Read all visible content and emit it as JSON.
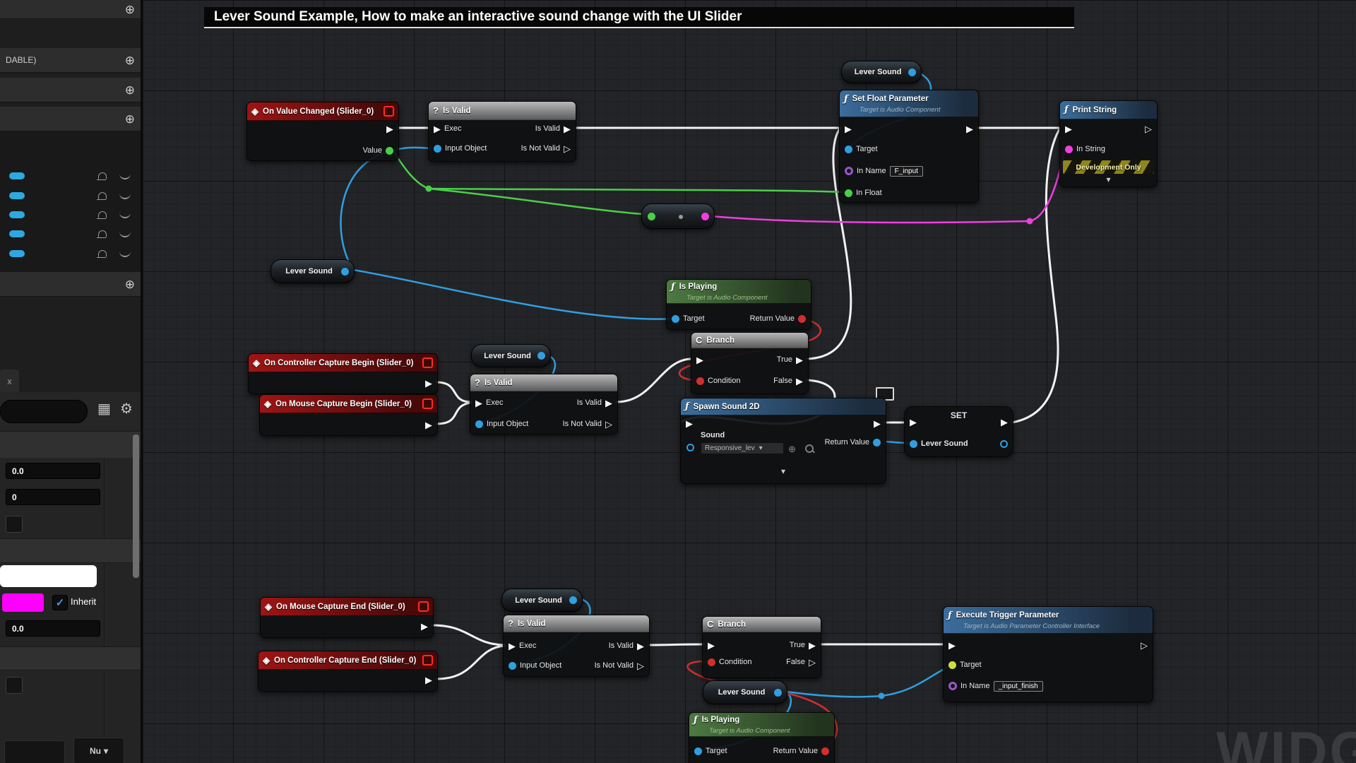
{
  "window": {
    "graph_title": "Lever Sound Example, How to make an interactive sound change with the UI Slider",
    "watermark": "WIDG"
  },
  "icons": {
    "event": "◈",
    "function": "ƒ",
    "branch": "Ϲ",
    "question": "?",
    "exec_filled": "▶",
    "exec_hollow": "▷",
    "chevron_down": "▾",
    "dropdown_caret": "▾",
    "plus_circle": "⊕",
    "close_tab": "x",
    "check": "✓",
    "gear": "⚙",
    "grid": "▦"
  },
  "sidebar": {
    "truncated_section_label": "DABLE)",
    "variables_count": 5,
    "details": {
      "float_value_top": "0.0",
      "int_value": "0",
      "float_value_bottom": "0.0",
      "inherit_label": "Inherit",
      "bottom_dropdown_label": "Nu",
      "swatch_white": "#ffffff",
      "swatch_magenta": "#ff00ff"
    }
  },
  "nodes": {
    "lever_sound_label": "Lever Sound",
    "on_value_changed": {
      "title": "On Value Changed (Slider_0)",
      "value_pin": "Value"
    },
    "is_valid": {
      "title": "Is Valid",
      "exec": "Exec",
      "input_object": "Input Object",
      "out_valid": "Is Valid",
      "out_not_valid": "Is Not Valid"
    },
    "set_float_parameter": {
      "title": "Set Float Parameter",
      "subtitle": "Target is Audio Component",
      "target": "Target",
      "in_name": "In Name",
      "in_name_value": "F_input",
      "in_float": "In Float"
    },
    "print_string": {
      "title": "Print String",
      "in_string": "In String",
      "banner": "Development Only"
    },
    "is_playing": {
      "title": "Is Playing",
      "subtitle": "Target is Audio Component",
      "target": "Target",
      "return_value": "Return Value"
    },
    "branch": {
      "title": "Branch",
      "condition": "Condition",
      "true": "True",
      "false": "False"
    },
    "on_controller_capture_begin": {
      "title": "On Controller Capture Begin (Slider_0)"
    },
    "on_mouse_capture_begin": {
      "title": "On Mouse Capture Begin (Slider_0)"
    },
    "on_mouse_capture_end": {
      "title": "On Mouse Capture End (Slider_0)"
    },
    "on_controller_capture_end": {
      "title": "On Controller Capture End (Slider_0)"
    },
    "spawn_sound_2d": {
      "title": "Spawn Sound 2D",
      "sound": "Sound",
      "sound_value": "Responsive_lev",
      "return_value": "Return Value"
    },
    "set_node": {
      "title": "SET"
    },
    "execute_trigger_parameter": {
      "title": "Execute Trigger Parameter",
      "subtitle": "Target is Audio Parameter Controller Interface",
      "target": "Target",
      "in_name": "In Name",
      "in_name_value": "_input_finish"
    }
  },
  "colors": {
    "exec_wire": "#f2f2f2",
    "object_pin": "#2f9fe0",
    "float_pin": "#49d049",
    "bool_pin": "#d02f2f",
    "string_pin": "#ee3fe0",
    "name_pin": "#9a55c8",
    "interface_pin": "#cde03e",
    "event_header": "#9e1414",
    "function_header": "#3c6d9c",
    "pure_header": "#4d7a42"
  }
}
